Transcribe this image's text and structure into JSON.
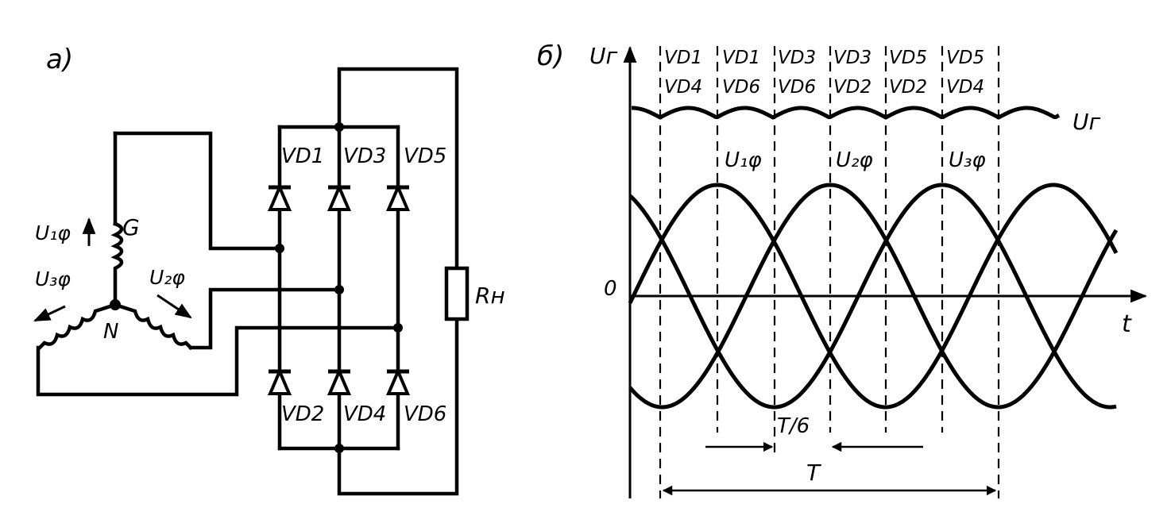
{
  "panel_a": {
    "label": "а)",
    "generator": "G",
    "neutral": "N",
    "phase_labels": [
      "U₁φ",
      "U₃φ",
      "U₂φ"
    ],
    "diodes_top": [
      "VD1",
      "VD3",
      "VD5"
    ],
    "diodes_bottom": [
      "VD2",
      "VD4",
      "VD6"
    ],
    "load": "Rн"
  },
  "panel_b": {
    "label": "б)",
    "y_axis": "Uг",
    "x_axis": "t",
    "origin": "0",
    "rectified_label": "Uг",
    "phase_labels": [
      "U₁φ",
      "U₂φ",
      "U₃φ"
    ],
    "intervals": [
      {
        "top": "VD1",
        "bottom": "VD4"
      },
      {
        "top": "VD1",
        "bottom": "VD6"
      },
      {
        "top": "VD3",
        "bottom": "VD6"
      },
      {
        "top": "VD3",
        "bottom": "VD2"
      },
      {
        "top": "VD5",
        "bottom": "VD2"
      },
      {
        "top": "VD5",
        "bottom": "VD4"
      }
    ],
    "sixth_period": "T/6",
    "period": "T"
  }
}
